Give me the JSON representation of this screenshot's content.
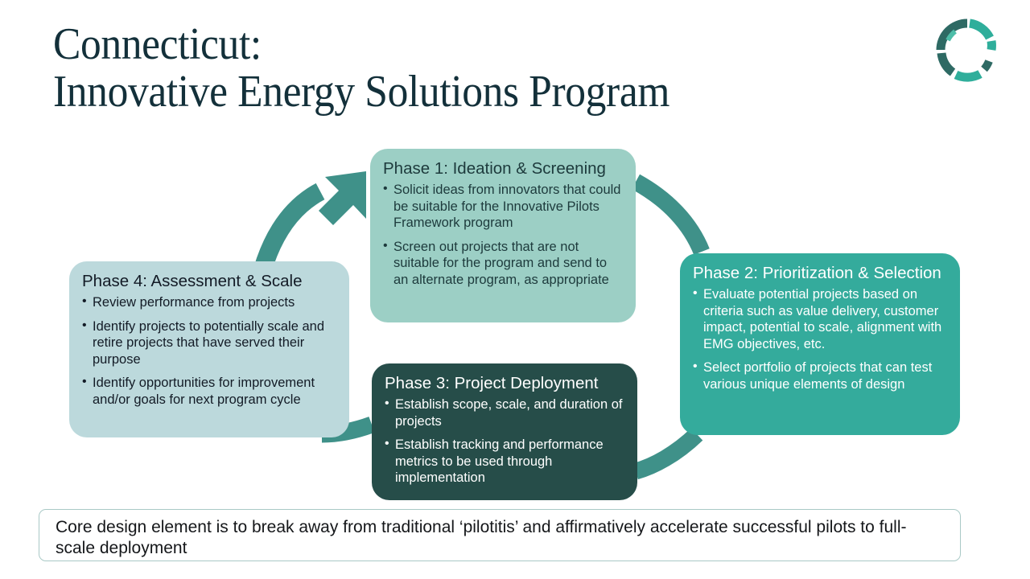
{
  "slide": {
    "title_line_1": "Connecticut:",
    "title_line_2": "Innovative Energy Solutions Program",
    "logo_name": "company-c-logo",
    "title_color": "#13303a",
    "background_color": "#ffffff"
  },
  "colors": {
    "phase1_bg": "#9ccfc5",
    "phase2_bg": "#34ab9c",
    "phase3_bg": "#264d49",
    "phase4_bg": "#bcd9dc",
    "arrow": "#3f9189",
    "footer_border": "#a9c9c6",
    "logo_teal": "#2fae9b",
    "logo_dark": "#2e6a64"
  },
  "phases": [
    {
      "id": "phase-1",
      "title": "Phase 1: Ideation & Screening",
      "bullets": [
        "Solicit ideas from innovators that could be suitable for the Innovative Pilots Framework program",
        "Screen out projects that are not suitable for the program and send to an alternate program, as appropriate"
      ]
    },
    {
      "id": "phase-2",
      "title": "Phase 2: Prioritization & Selection",
      "bullets": [
        "Evaluate potential projects based on criteria such as value delivery, customer impact, potential to scale, alignment with EMG objectives, etc.",
        "Select portfolio of projects that can test various unique elements of design"
      ]
    },
    {
      "id": "phase-3",
      "title": "Phase 3: Project Deployment",
      "bullets": [
        "Establish scope, scale, and duration of projects",
        "Establish tracking and performance metrics to be used through implementation"
      ]
    },
    {
      "id": "phase-4",
      "title": "Phase 4: Assessment & Scale",
      "bullets": [
        "Review performance from projects",
        "Identify projects to potentially scale and retire projects that have served their purpose",
        "Identify opportunities for improvement and/or goals for next program cycle"
      ]
    }
  ],
  "connectors": [
    {
      "name": "arrow-phase4-to-phase1",
      "has_arrowhead": true
    },
    {
      "name": "connector-phase1-to-phase2",
      "has_arrowhead": false
    },
    {
      "name": "connector-phase2-to-phase3",
      "has_arrowhead": false
    },
    {
      "name": "connector-phase3-to-phase4",
      "has_arrowhead": false
    }
  ],
  "footer": {
    "text": "Core design element is to break away from traditional ‘pilotitis’ and affirmatively accelerate successful pilots to full-scale deployment"
  }
}
